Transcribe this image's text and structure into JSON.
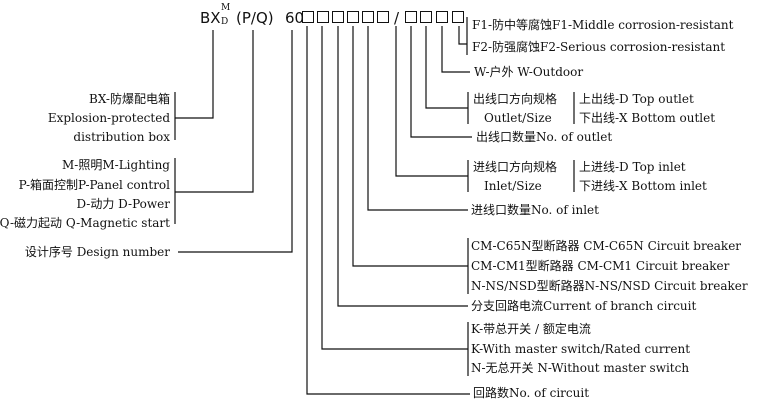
{
  "code": {
    "bx": "BX",
    "sup_m": "M",
    "sub_d": "D",
    "pq": "(P/Q)",
    "num": "60",
    "slash": "/"
  },
  "left": {
    "g1": [
      "BX-防爆配电箱",
      "Explosion-protected",
      "distribution box"
    ],
    "g2": [
      "M-照明M-Lighting",
      "P-箱面控制P-Panel control",
      "D-动力 D-Power",
      "Q-磁力起动 Q-Magnetic start"
    ],
    "g3": "设计序号 Design number"
  },
  "right": {
    "f1": "F1-防中等腐蚀F1-Middle corrosion-resistant",
    "f2": "F2-防强腐蚀F2-Serious corrosion-resistant",
    "w": "W-户外 W-Outdoor",
    "outlet_cn": "出线口方向规格",
    "outlet_en": "Outlet/Size",
    "top_outlet": "上出线-D Top outlet",
    "bottom_outlet": "下出线-X Bottom outlet",
    "outlet_no": "出线口数量No. of outlet",
    "inlet_cn": "进线口方向规格",
    "inlet_en": "Inlet/Size",
    "top_inlet": "上进线-D Top inlet",
    "bottom_inlet": "下进线-X Bottom inlet",
    "inlet_no": "进线口数量No. of inlet",
    "cm1": "CM-C65N型断路器 CM-C65N Circuit breaker",
    "cm2": "CM-CM1型断路器 CM-CM1 Circuit breaker",
    "cm3": "N-NS/NSD型断路器N-NS/NSD Circuit breaker",
    "branch": "分支回路电流Current of branch circuit",
    "k1": "K-带总开关 / 额定电流",
    "k2": "K-With master switch/Rated current",
    "k3": "N-无总开关 N-Without master switch",
    "circuit": "回路数No. of circuit"
  }
}
